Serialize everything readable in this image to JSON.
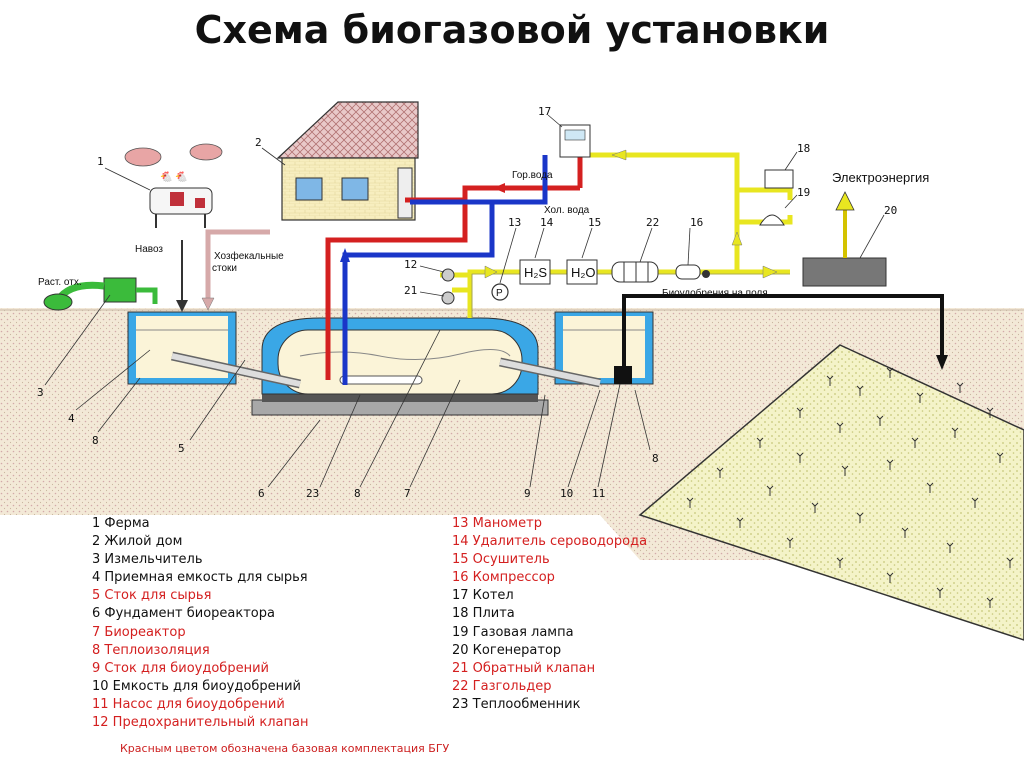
{
  "title": "Схема биогазовой установки",
  "colors": {
    "red_item": "#d42020",
    "black_item": "#111111",
    "hot_pipe": "#d42020",
    "cold_pipe": "#1a36c8",
    "gas_pipe": "#e8e620",
    "soil": "#f3e9d7",
    "insulation": "#3aa7e6"
  },
  "callouts": [
    "1",
    "2",
    "3",
    "4",
    "5",
    "6",
    "7",
    "8",
    "9",
    "10",
    "11",
    "12",
    "13",
    "14",
    "15",
    "16",
    "17",
    "18",
    "19",
    "20",
    "21",
    "22",
    "23"
  ],
  "diagram_labels": {
    "manure": "Навоз",
    "sewage_line1": "Хозфекальные",
    "sewage_line2": "стоки",
    "plant_waste": "Раст. отх.",
    "hot_water": "Гор.вода",
    "cold_water": "Хол. вода",
    "electricity": "Электроэнергия",
    "fertilizer_to_fields": "Биоудобрения на поля",
    "h2s": "H₂S",
    "h2o": "H₂O",
    "pressure": "P"
  },
  "legend_left": [
    {
      "text": "1  Ферма",
      "color": "black"
    },
    {
      "text": "2  Жилой дом",
      "color": "black"
    },
    {
      "text": "3  Измельчитель",
      "color": "black"
    },
    {
      "text": "4  Приемная емкость для сырья",
      "color": "black"
    },
    {
      "text": "5  Сток для сырья",
      "color": "red"
    },
    {
      "text": "6  Фундамент биореактора",
      "color": "black"
    },
    {
      "text": "7  Биореактор",
      "color": "red"
    },
    {
      "text": "8  Теплоизоляция",
      "color": "red"
    },
    {
      "text": "9  Сток для биоудобрений",
      "color": "red"
    },
    {
      "text": "10 Емкость для биоудобрений",
      "color": "black"
    },
    {
      "text": "11  Насос для биоудобрений",
      "color": "red"
    },
    {
      "text": "12  Предохранительный клапан",
      "color": "red"
    }
  ],
  "legend_right": [
    {
      "text": "13  Манометр",
      "color": "red"
    },
    {
      "text": "14  Удалитель сероводорода",
      "color": "red"
    },
    {
      "text": "15  Осушитель",
      "color": "red"
    },
    {
      "text": "16  Компрессор",
      "color": "red"
    },
    {
      "text": "17  Котел",
      "color": "black"
    },
    {
      "text": "18  Плита",
      "color": "black"
    },
    {
      "text": "19  Газовая лампа",
      "color": "black"
    },
    {
      "text": "20  Когенератор",
      "color": "black"
    },
    {
      "text": "21  Обратный клапан",
      "color": "red"
    },
    {
      "text": "22  Газгольдер",
      "color": "red"
    },
    {
      "text": "23  Теплообменник",
      "color": "black"
    }
  ],
  "footnote": "Красным цветом обозначена базовая комплектация БГУ"
}
